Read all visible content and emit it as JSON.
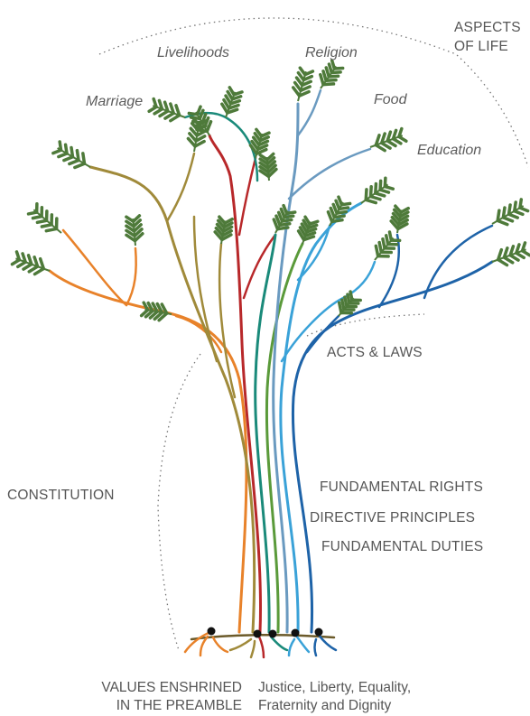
{
  "aspects_title_line1": "ASPECTS",
  "aspects_title_line2": "OF LIFE",
  "aspects": [
    "Livelihoods",
    "Religion",
    "Marriage",
    "Food",
    "Education"
  ],
  "acts_label": "ACTS & LAWS",
  "constitution_label": "CONSTITUTION",
  "constitution_parts": [
    "FUNDAMENTAL RIGHTS",
    "DIRECTIVE PRINCIPLES",
    "FUNDAMENTAL DUTIES"
  ],
  "values": {
    "line1": "VALUES ENSHRINED",
    "line2": "IN THE PREAMBLE",
    "list_line1": "Justice, Liberty, Equality,",
    "list_line2": "Fraternity and Dignity"
  },
  "colors": {
    "orange": "#e8822a",
    "olive": "#a08a3a",
    "red": "#b8282a",
    "teal": "#1a8a7a",
    "green": "#5a9a3a",
    "steel": "#6a9ac0",
    "sky": "#3aa2d8",
    "blue": "#1e63a8",
    "leaf": "#4e7a3a"
  }
}
